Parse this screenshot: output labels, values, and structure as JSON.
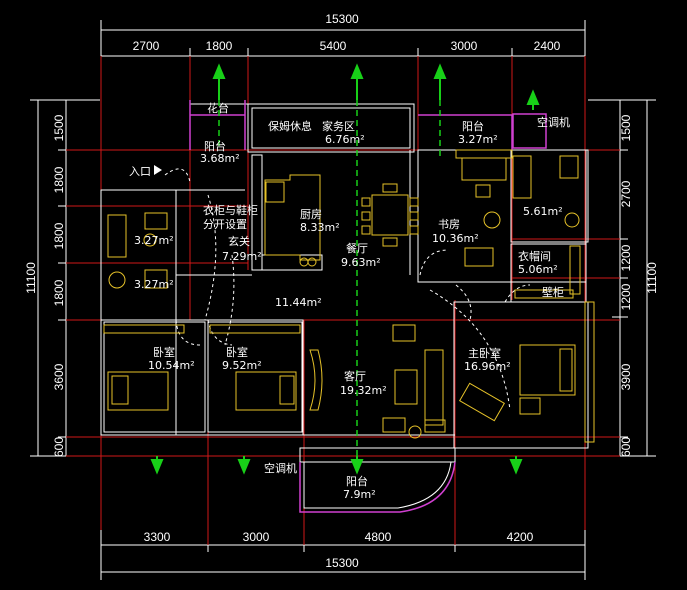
{
  "dims": {
    "top_total": "15300",
    "bottom_total": "15300",
    "top": [
      "2700",
      "1800",
      "5400",
      "3000",
      "2400"
    ],
    "bottom": [
      "3300",
      "3000",
      "4800",
      "4200"
    ],
    "left": [
      "1500",
      "1800",
      "1800",
      "1800",
      "3600",
      "600"
    ],
    "left_total": "11100",
    "right": [
      "1500",
      "2700",
      "1200",
      "1200",
      "3900",
      "600"
    ],
    "right_total": "11100"
  },
  "labels": {
    "flower_box": "花台",
    "nanny_lounge": "保姆休息",
    "household_area": "家务区",
    "household_area_m": "6.76m²",
    "balcony_top_left": "阳台",
    "balcony_top_left_m": "3.68m²",
    "entrance_in": "入口",
    "shoe_cabinet_1": "衣柜与鞋柜",
    "shoe_cabinet_2": "分开设置",
    "foyer": "玄关",
    "foyer_m": "7.29m²",
    "kitchen": "厨房",
    "kitchen_m": "8.33m²",
    "dining": "餐厅",
    "dining_m": "9.63m²",
    "bath1_m": "3.27m²",
    "bath2_m": "3.27m²",
    "corridor_m": "11.44m²",
    "study": "书房",
    "study_m": "10.36m²",
    "balcony_top_right": "阳台",
    "balcony_top_right_m": "3.27m²",
    "ac_top": "空调机",
    "bath3_m": "5.61m²",
    "closet": "衣帽间",
    "closet_m": "5.06m²",
    "wall_cabinet": "壁柜",
    "bedroom1": "卧室",
    "bedroom1_m": "10.54m²",
    "bedroom2": "卧室",
    "bedroom2_m": "9.52m²",
    "living": "客厅",
    "living_m": "19.32m²",
    "master": "主卧室",
    "master_m": "16.96m²",
    "ac_bottom": "空调机",
    "balcony_bottom": "阳台",
    "balcony_bottom_m": "7.9m²"
  },
  "colors": {
    "background": "#000000",
    "dimension_lines": "#ffffff",
    "axis_lines": "#d01818",
    "walls": "#ffffff",
    "furniture": "#e6c229",
    "balcony_rail": "#d040d0",
    "markers": "#18d018"
  }
}
